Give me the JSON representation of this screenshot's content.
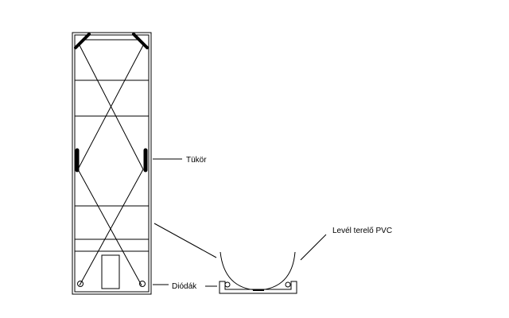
{
  "labels": {
    "mirror": "Tükör",
    "diodes": "Diódák",
    "pvc": "Levél terelő PVC"
  },
  "colors": {
    "background": "#ffffff",
    "line": "#000000"
  }
}
